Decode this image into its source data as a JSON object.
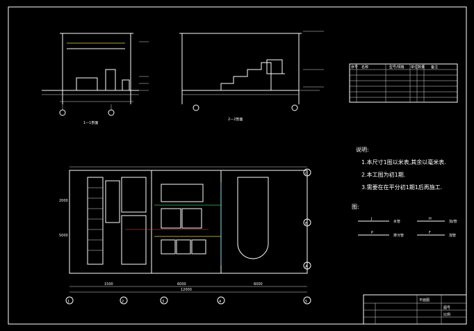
{
  "drawing": {
    "section_1_title": "1—1剖面",
    "section_2_title": "2—2剖面",
    "notes": {
      "heading": "说明:",
      "items": [
        "1.本尺寸1图以米表,其余以毫米表.",
        "2.本工图为初1期.",
        "3.需要在在平分初1期1后再施工."
      ]
    },
    "legend": {
      "heading": "图:",
      "items": [
        {
          "symbol": "J",
          "label": "水管"
        },
        {
          "symbol": "P",
          "label": "排污管"
        },
        {
          "symbol": "H",
          "label": "加/管"
        },
        {
          "symbol": "F",
          "label": "加管"
        }
      ]
    },
    "grid_axes": [
      "1",
      "2",
      "3",
      "4",
      "5",
      "A",
      "B",
      "C"
    ],
    "dimensions": [
      "1500",
      "6000",
      "6000",
      "12000",
      "2000",
      "5000"
    ],
    "table_header": [
      "序号",
      "名称",
      "型号/规格",
      "单位",
      "数量",
      "备注"
    ],
    "title_block": {
      "label_1": "平面图",
      "label_2": "图号",
      "label_3": "比例"
    }
  },
  "colors": {
    "background": "#000000",
    "line": "#ffffff",
    "accent_yellow": "#e8d84a",
    "accent_green": "#38c95a",
    "accent_red": "#ff4a4a"
  }
}
